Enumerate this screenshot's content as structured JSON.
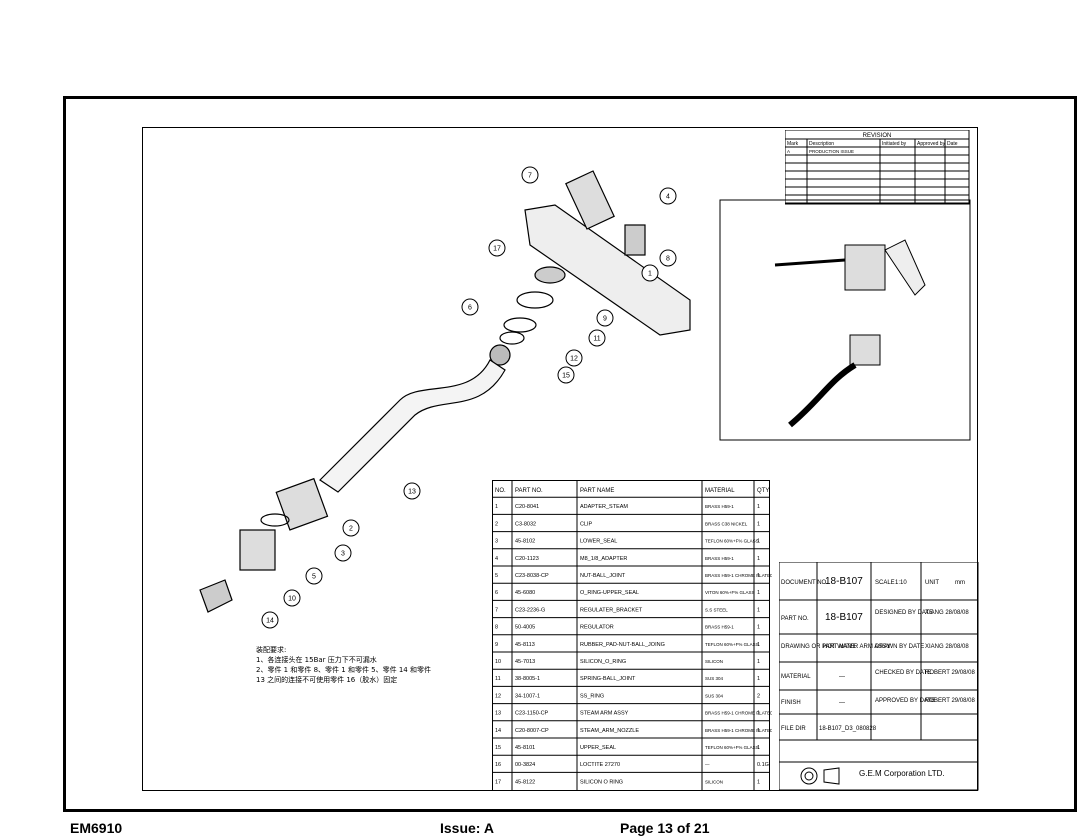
{
  "footer": {
    "doc_id": "EM6910",
    "issue": "Issue: A",
    "page": "Page 13 of 21"
  },
  "revision": {
    "title": "REVISION",
    "headers": [
      "Mark",
      "Description",
      "Initiated by",
      "Approved by",
      "Date"
    ],
    "rows": [
      [
        "A",
        "PRODUCTION ISSUE",
        "",
        "",
        ""
      ]
    ]
  },
  "parts_table": {
    "headers": [
      "NO.",
      "PART NO.",
      "PART NAME",
      "MATERIAL",
      "QTY"
    ],
    "rows": [
      [
        "1",
        "C20-8041",
        "ADAPTER_STEAM",
        "BRASS H59-1",
        "1"
      ],
      [
        "2",
        "C3-8032",
        "CLIP",
        "BRASS C38 NICKEL",
        "1"
      ],
      [
        "3",
        "45-8102",
        "LOWER_SEAL",
        "TEFLON 60%+F% GLASS",
        "1"
      ],
      [
        "4",
        "C20-1123",
        "M8_1/8_ADAPTER",
        "BRASS H59-1",
        "1"
      ],
      [
        "5",
        "C23-8038-CP",
        "NUT-BALL_JOINT",
        "BRASS H59-1 CHROME PLATED",
        "1"
      ],
      [
        "6",
        "45-6080",
        "O_RING-UPPER_SEAL",
        "VITON 60%+F% GLASS",
        "1"
      ],
      [
        "7",
        "C23-2236-G",
        "REGULATER_BRACKET",
        "S.S STEEL",
        "1"
      ],
      [
        "8",
        "50-4005",
        "REGULATOR",
        "BRASS H59-1",
        "1"
      ],
      [
        "9",
        "45-8113",
        "RUBBER_PAD-NUT-BALL_JOING",
        "TEFLON 60%+F% GLASS",
        "1"
      ],
      [
        "10",
        "45-7013",
        "SILICON_O_RING",
        "SILICON",
        "1"
      ],
      [
        "11",
        "38-8005-1",
        "SPRING-BALL_JOINT",
        "SUS 304",
        "1"
      ],
      [
        "12",
        "34-1007-1",
        "SS_RING",
        "SUS 304",
        "2"
      ],
      [
        "13",
        "C23-1150-CP",
        "STEAM ARM ASSY",
        "BRASS H59-1 CHROME PLATED",
        "1"
      ],
      [
        "14",
        "C20-8007-CP",
        "STEAM_ARM_NOZZLE",
        "BRASS H59-1 CHROME PLATED",
        "1"
      ],
      [
        "15",
        "45-8101",
        "UPPER_SEAL",
        "TEFLON 60%+F% GLASS",
        "1"
      ],
      [
        "16",
        "00-3824",
        "LOCTITE 27270",
        "—",
        "0.1G"
      ],
      [
        "17",
        "45-8122",
        "SILICON O RING",
        "SILICON",
        "1"
      ]
    ]
  },
  "title_block": {
    "doc_no_label": "DOCUMENT NO.",
    "doc_no": "18-B107",
    "scale_label": "SCALE",
    "scale": "1:10",
    "unit_label": "UNIT",
    "unit": "mm",
    "part_no_label": "PART NO.",
    "part_no": "18-B107",
    "designed_label": "DESIGNED BY DATE",
    "designed": "XIANG 28/08/08",
    "drawing_label": "DRAWING OR PART NAME",
    "drawing": "HOT WATER ARM ASSY",
    "drawn_label": "DRAWN BY DATE",
    "drawn": "XIANG 28/08/08",
    "material_label": "MATERIAL",
    "material": "—",
    "checked_label": "CHECKED BY DATE",
    "checked": "ROBERT 29/08/08",
    "finish_label": "FINISH",
    "finish": "—",
    "approved_label": "APPROVED BY DATE",
    "approved": "ROBERT 29/08/08",
    "file_label": "FILE DIR",
    "file": "18-B107_D3_080828",
    "company": "G.E.M Corporation LTD."
  },
  "notes": [
    "装配要求:",
    "1、各连接头在 15Bar 压力下不可漏水",
    "2、零件 1 和零件 8、零件 1 和零件 5、零件 14 和零件",
    "13 之间的连接不可使用零件 16（胶水）固定"
  ],
  "balloons": [
    "7",
    "17",
    "4",
    "8",
    "1",
    "9",
    "11",
    "12",
    "15",
    "6",
    "13",
    "2",
    "3",
    "5",
    "10",
    "14"
  ]
}
